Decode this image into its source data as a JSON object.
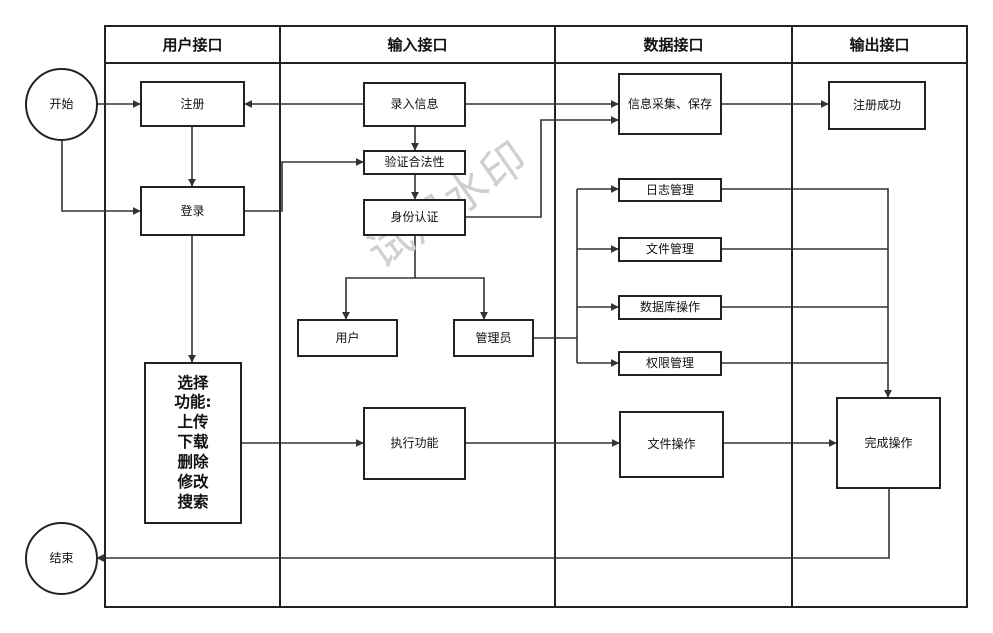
{
  "lanes": {
    "user": "用户接口",
    "input": "输入接口",
    "data": "数据接口",
    "output": "输出接口"
  },
  "nodes": {
    "start": "开始",
    "end": "结束",
    "register": "注册",
    "login": "登录",
    "select_lines": [
      "选择",
      "功能:",
      "上传",
      "下载",
      "删除",
      "修改",
      "搜索"
    ],
    "input_info": "录入信息",
    "verify_legality": "验证合法性",
    "identity_auth": "身份认证",
    "user": "用户",
    "admin": "管理员",
    "execute_function": "执行功能",
    "collect_save": "信息采集、保存",
    "log_management": "日志管理",
    "file_management": "文件管理",
    "database_operation": "数据库操作",
    "permission_management": "权限管理",
    "file_operation": "文件操作",
    "register_success": "注册成功",
    "complete_operation": "完成操作"
  },
  "watermark": "试用水印"
}
